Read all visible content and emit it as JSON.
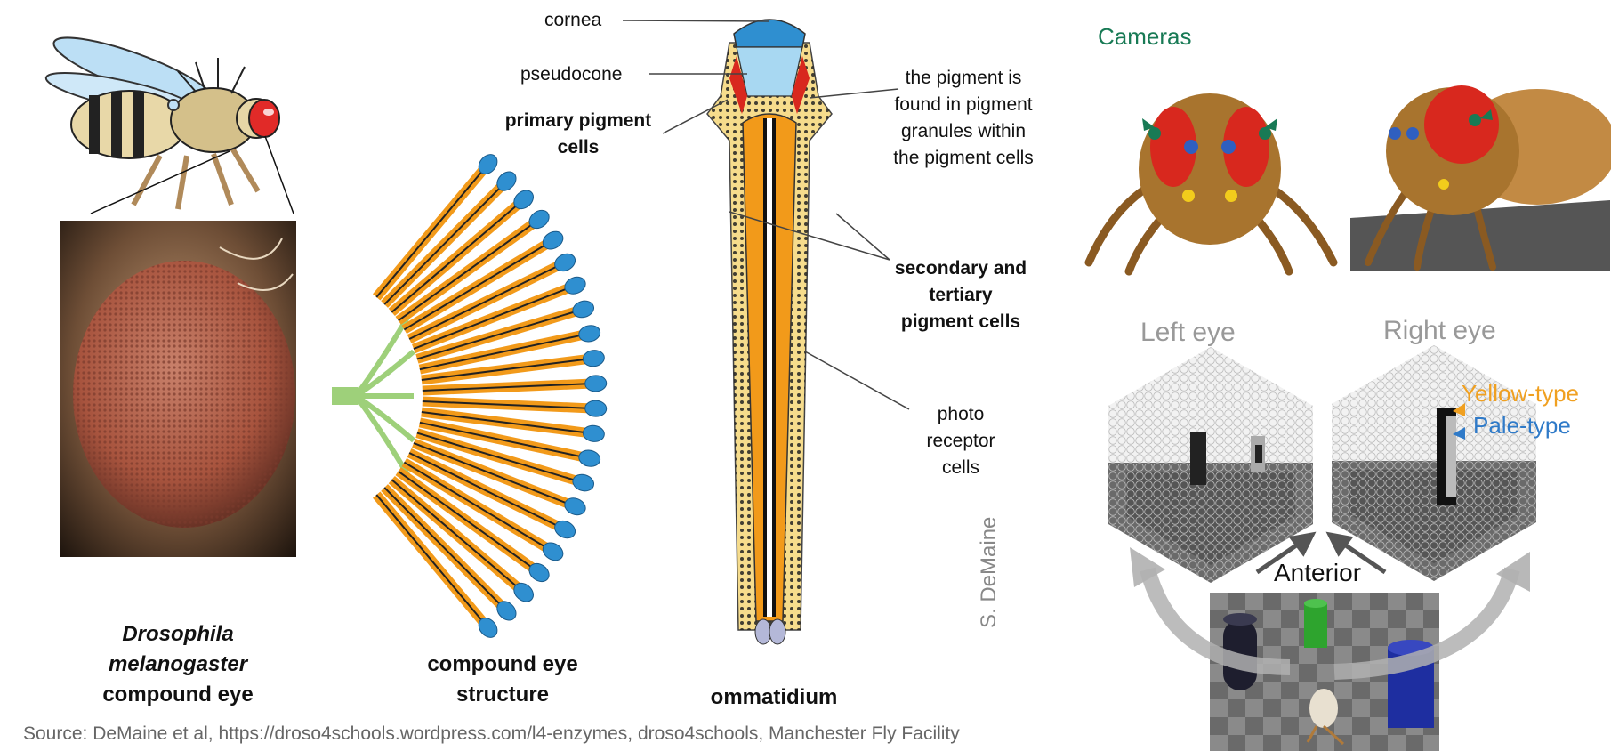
{
  "labels": {
    "cornea": "cornea",
    "pseudocone": "pseudocone",
    "primary": "primary pigment cells",
    "pigment_note": "the pigment is found in pigment granules within the pigment cells",
    "secondary": "secondary and tertiary pigment cells",
    "photo": "photo receptor cells"
  },
  "captions": {
    "species_line1": "Drosophila",
    "species_line2": "melanogaster",
    "species_line3": "compound eye",
    "structure": "compound eye structure",
    "ommatidium": "ommatidium"
  },
  "credit": "S. DeMaine",
  "source": "Source: DeMaine et al, https://droso4schools.wordpress.com/l4-enzymes, droso4schools, Manchester Fly Facility",
  "right_panel": {
    "cameras": "Cameras",
    "left_eye": "Left eye",
    "right_eye": "Right eye",
    "yellow_type": "Yellow-type",
    "pale_type": "Pale-type",
    "anterior": "Anterior"
  },
  "colors": {
    "camera_label": "#187a55",
    "yellow_type": "#f0a020",
    "pale_type": "#2f7ac8",
    "cornea_blue": "#2f8fd0",
    "rhabdomere_orange": "#f29a1a",
    "fly_eye_red": "#d8281e"
  }
}
